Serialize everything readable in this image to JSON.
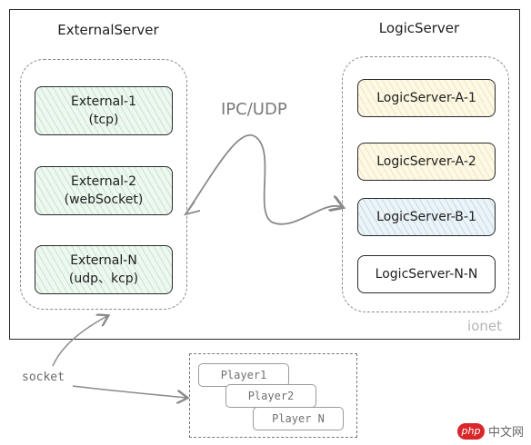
{
  "external": {
    "title": "ExternalServer",
    "items": [
      {
        "line1": "External-1",
        "line2": "(tcp)"
      },
      {
        "line1": "External-2",
        "line2": "(webSocket)"
      },
      {
        "line1": "External-N",
        "line2": "(udp、kcp)"
      }
    ]
  },
  "logic": {
    "title": "LogicServer",
    "items": [
      {
        "label": "LogicServer-A-1"
      },
      {
        "label": "LogicServer-A-2"
      },
      {
        "label": "LogicServer-B-1"
      },
      {
        "label": "LogicServer-N-N"
      }
    ]
  },
  "connection_label": "IPC/UDP",
  "brand": "ionet",
  "socket_label": "socket",
  "players": [
    "Player1",
    "Player2",
    "Player N"
  ],
  "watermark": {
    "badge": "php",
    "text": "中文网"
  },
  "colors": {
    "external_fill": "#eef8f0",
    "logic_a_fill": "#fdf9e6",
    "logic_b_fill": "#ecf4f8",
    "arrow": "#8a8a8a"
  }
}
